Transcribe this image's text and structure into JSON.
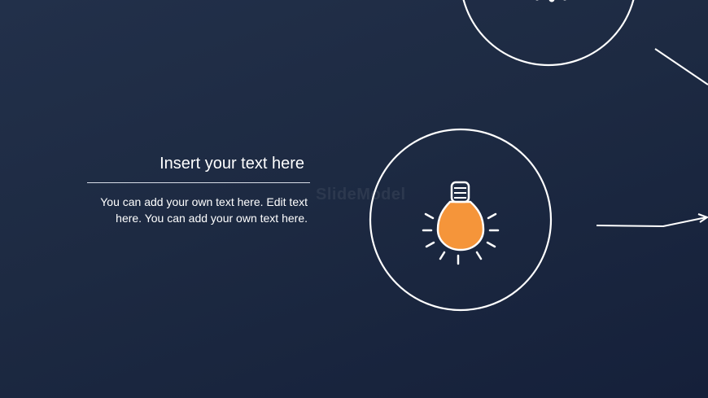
{
  "slide": {
    "heading": "Insert your text here",
    "body": "You can add your own text here. Edit text here. You can add your own text here.",
    "watermark": "SlideModel"
  },
  "colors": {
    "background": "#1d2a42",
    "line": "#ffffff",
    "bulb": "#f5953a"
  },
  "icons": [
    "lightbulb-icon",
    "top-circle-icon"
  ]
}
